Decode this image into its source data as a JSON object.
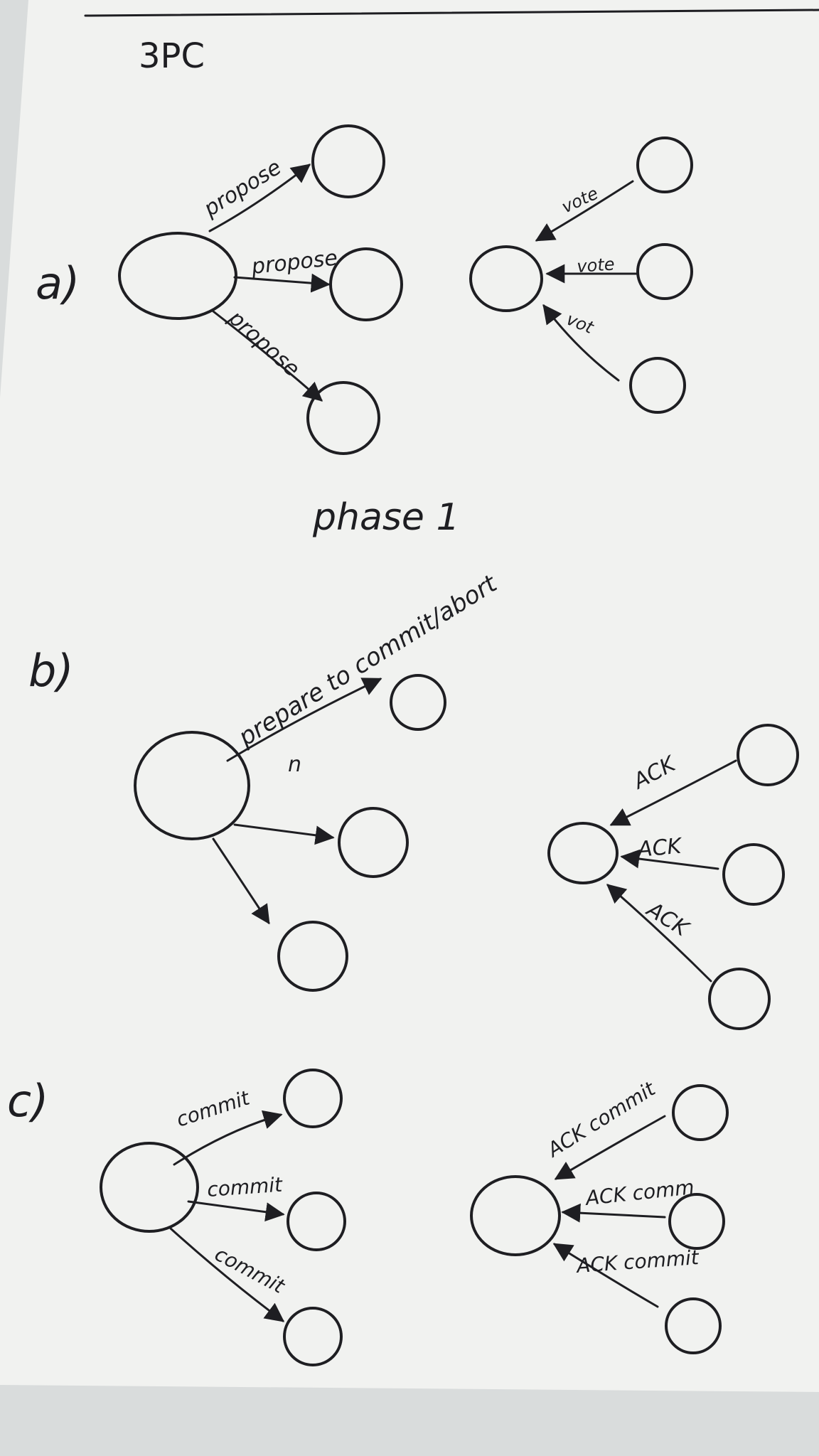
{
  "title": "3PC",
  "sections": [
    {
      "letter": "a)",
      "out_labels": [
        "propose",
        "propose",
        "propose"
      ],
      "in_labels": [
        "vote",
        "vote",
        "vot"
      ]
    },
    {
      "caption": "phase 1"
    },
    {
      "letter": "b)",
      "out_labels": [
        "prepare to commit/abort"
      ],
      "note": "n",
      "in_labels": [
        "ACK",
        "ACK",
        "ACK"
      ]
    },
    {
      "letter": "c)",
      "out_labels": [
        "commit",
        "commit",
        "commit"
      ],
      "in_labels": [
        "ACK commit",
        "ACK comm",
        "ACK commit"
      ]
    }
  ]
}
